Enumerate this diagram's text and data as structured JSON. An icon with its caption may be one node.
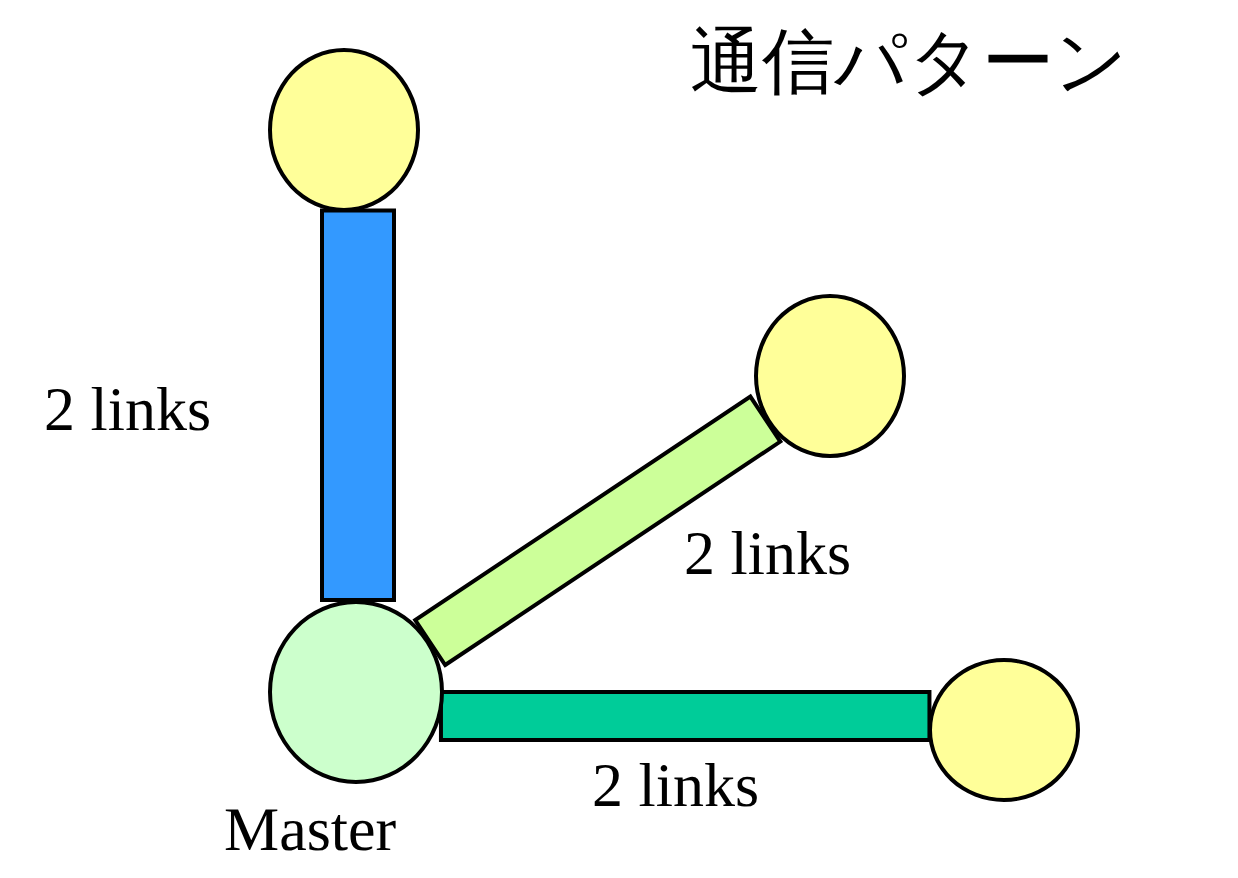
{
  "diagram": {
    "title": "通信パターン",
    "nodes": [
      {
        "text": [],
        "shape": "circle"
      },
      {
        "text": [],
        "shape": "circle"
      },
      {
        "text": [],
        "shape": "circle",
        "beside": [
          "Master"
        ]
      },
      {
        "text": [],
        "shape": "circle"
      }
    ],
    "edges": [
      {
        "from": 2,
        "to": 0,
        "arrow": "none",
        "label": "2 links",
        "style": "thick",
        "color": "#3399ff"
      },
      {
        "from": 2,
        "to": 1,
        "arrow": "none",
        "label": "2 links",
        "style": "thick",
        "color": "#ccff99"
      },
      {
        "from": 2,
        "to": 3,
        "arrow": "none",
        "label": "2 links",
        "style": "thick",
        "color": "#00cc99"
      }
    ]
  }
}
